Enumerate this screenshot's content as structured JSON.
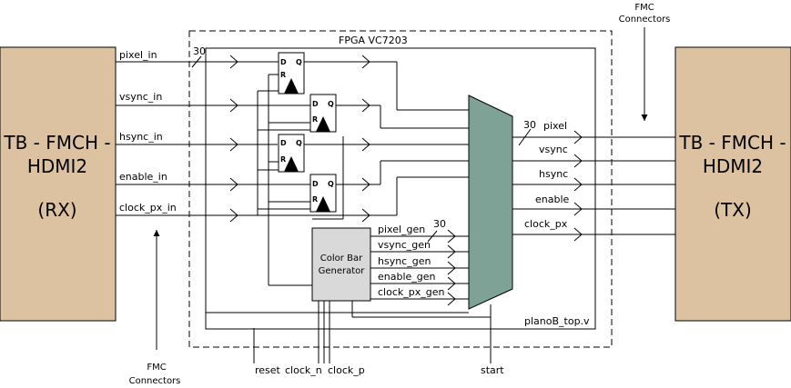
{
  "rx": {
    "line1": "TB - FMCH -",
    "line2": "HDMI2",
    "line3": "(RX)"
  },
  "tx": {
    "line1": "TB - FMCH -",
    "line2": "HDMI2",
    "line3": "(TX)"
  },
  "fpga_title": "FPGA VC7203",
  "top_module": "planoB_top.v",
  "fmc_top": {
    "line1": "FMC",
    "line2": "Connectors"
  },
  "fmc_bottom": {
    "line1": "FMC",
    "line2": "Connectors"
  },
  "inputs": [
    "pixel_in",
    "vsync_in",
    "hsync_in",
    "enable_in",
    "clock_px_in"
  ],
  "outputs": [
    "pixel",
    "vsync",
    "hsync",
    "enable",
    "clock_px"
  ],
  "gen_signals": [
    "pixel_gen",
    "vsync_gen",
    "hsync_gen",
    "enable_gen",
    "clock_px_gen"
  ],
  "bus_width": "30",
  "flipflop": {
    "d": "D",
    "q": "Q",
    "r": "R"
  },
  "colorbar": {
    "line1": "Color Bar",
    "line2": "Generator"
  },
  "bottom_pins": {
    "reset": "reset",
    "clock_n": "clock_n",
    "clock_p": "clock_p",
    "start": "start"
  },
  "colors": {
    "board": "#dcc2a0",
    "mux": "#7ea396",
    "gen": "#d9d9d9"
  }
}
